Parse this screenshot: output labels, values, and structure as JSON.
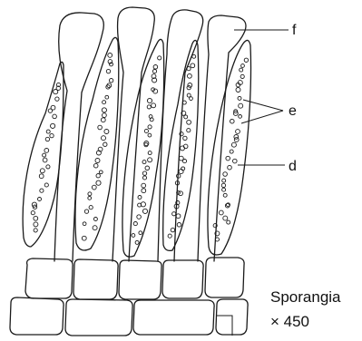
{
  "labels": {
    "f": "f",
    "e": "e",
    "d": "d"
  },
  "caption": {
    "line1": "Sporangia",
    "line2": "× 450"
  }
}
